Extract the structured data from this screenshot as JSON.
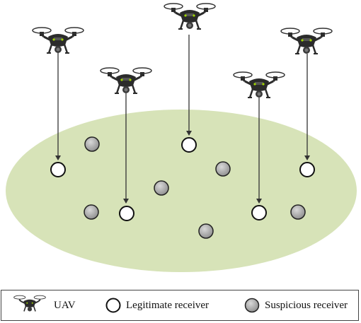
{
  "legend": {
    "uav_label": "UAV",
    "legitimate_label": "Legitimate receiver",
    "suspicious_label": "Suspicious receiver"
  },
  "colors": {
    "coverage_area": "#d7e3b8",
    "suspicious_fill": "#a9a9a9",
    "legitimate_fill": "#ffffff",
    "uav_body": "#2b2b2b",
    "uav_light": "#9fd400"
  },
  "diagram": {
    "uav_count": 5,
    "legitimate_receiver_count": 5,
    "suspicious_receiver_count": 6,
    "links": [
      {
        "from": "UAV 1",
        "to": "Legitimate receiver 1"
      },
      {
        "from": "UAV 2",
        "to": "Legitimate receiver 2"
      },
      {
        "from": "UAV 3",
        "to": "Legitimate receiver 3"
      },
      {
        "from": "UAV 4",
        "to": "Legitimate receiver 4"
      },
      {
        "from": "UAV 5",
        "to": "Legitimate receiver 5"
      }
    ]
  }
}
